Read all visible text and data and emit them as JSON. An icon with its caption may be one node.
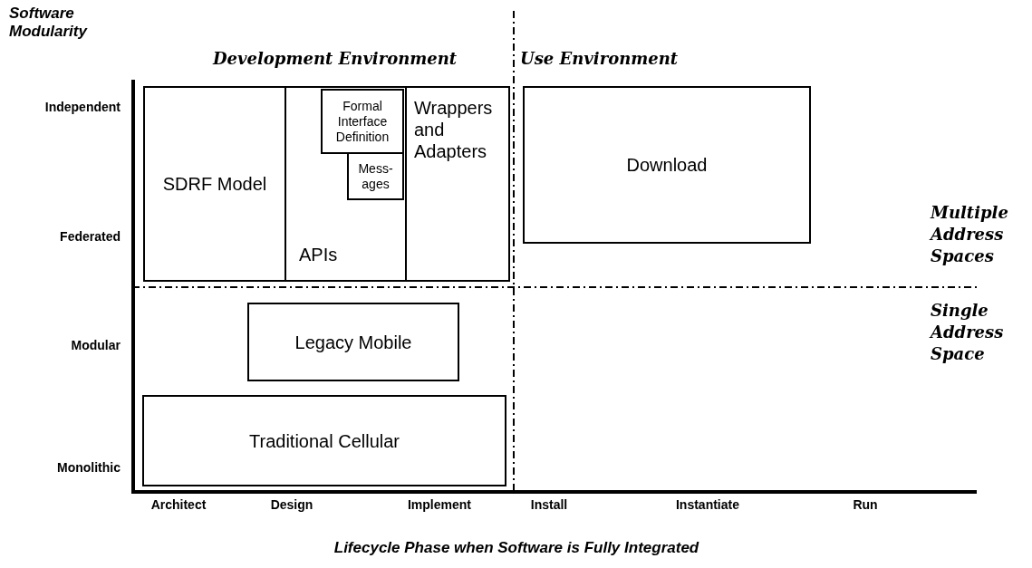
{
  "diagram": {
    "nodes": [
      {
        "text": [
          "SDRF Model"
        ]
      },
      {
        "text": [
          "APIs"
        ]
      },
      {
        "text": [
          "Formal Interface Definition"
        ],
        "in": 1
      },
      {
        "text": [
          "Mess- ages"
        ],
        "in": 1
      },
      {
        "text": [
          "Wrappers and Adapters"
        ]
      },
      {
        "text": [
          "Download"
        ]
      },
      {
        "text": [
          "Legacy Mobile"
        ]
      },
      {
        "text": [
          "Traditional Cellular"
        ]
      }
    ],
    "edges": [],
    "labels": [
      "Software Modularity",
      "Development Environment",
      "Use Environment",
      "Independent",
      "Federated",
      "Multiple Address Spaces",
      "Single Address Space",
      "Modular",
      "Monolithic",
      "Architect",
      "Design",
      "Implement",
      "Install",
      "Instantiate",
      "Run",
      "Lifecycle Phase when Software is Fully Integrated"
    ]
  }
}
